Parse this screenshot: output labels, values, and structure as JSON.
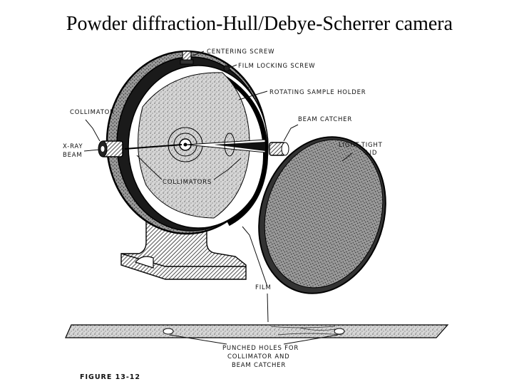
{
  "title": "Powder diffraction-Hull/Debye-Scherrer camera",
  "labels": {
    "centering_screw": "CENTERING SCREW",
    "film_locking_screw": "FILM LOCKING SCREW",
    "rotating_sample_holder": "ROTATING SAMPLE HOLDER",
    "collimator": "COLLIMATOR",
    "beam_catcher": "BEAM CATCHER",
    "xray_line1": "X-RAY",
    "xray_line2": "BEAM",
    "light_tight_line1": "LIGHT-TIGHT",
    "light_tight_line2": "LID",
    "collimators": "COLLIMATORS",
    "film": "FILM",
    "punched_line1": "PUNCHED HOLES FOR",
    "punched_line2": "COLLIMATOR AND",
    "punched_line3": "BEAM CATCHER",
    "figure": "FIGURE 13-12"
  }
}
